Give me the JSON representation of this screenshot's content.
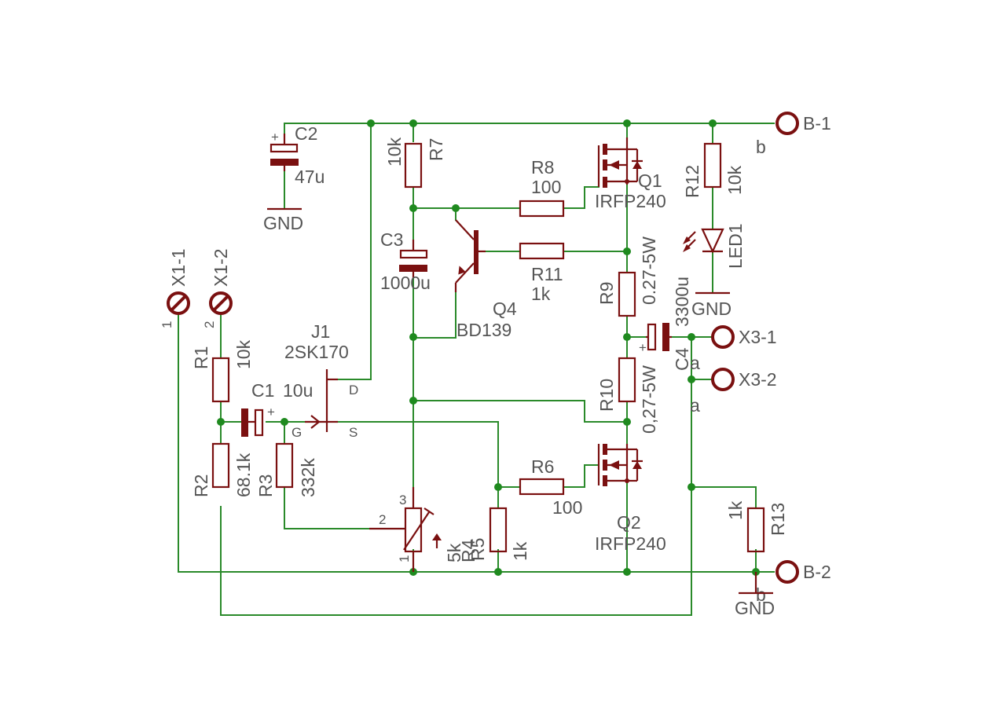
{
  "labels": {
    "b1": "B-1",
    "b1_net": "b",
    "b2": "B-2",
    "b2_net": "b",
    "x31": "X3-1",
    "x31_net": "a",
    "x32": "X3-2",
    "x32_net": "a",
    "x11": "X1-1",
    "x11_pin": "1",
    "x12": "X1-2",
    "x12_pin": "2",
    "c2_name": "C2",
    "c2_val": "47u",
    "c2_plus": "+",
    "gnd_c2": "GND",
    "gnd_led": "GND",
    "gnd_b2": "GND",
    "r7_name": "R7",
    "r7_val": "10k",
    "c3_name": "C3",
    "c3_val": "1000u",
    "r8_name": "R8",
    "r8_val": "100",
    "q1_name": "Q1",
    "q1_val": "IRFP240",
    "r11_name": "R11",
    "r11_val": "1k",
    "q4_name": "Q4",
    "q4_val": "BD139",
    "r12_name": "R12",
    "r12_val": "10k",
    "led_name": "LED1",
    "r9_name": "R9",
    "r9_val": "0.27-5W",
    "c4_name": "C4",
    "c4_val": "3300u",
    "c4_plus": "+",
    "r10_name": "R10",
    "r10_val": "0,27-5W",
    "j1_name": "J1",
    "j1_val": "2SK170",
    "j1_d": "D",
    "j1_g": "G",
    "j1_s": "S",
    "r1_name": "R1",
    "r1_val": "10k",
    "c1_name": "C1",
    "c1_val": "10u",
    "c1_plus": "+",
    "r2_name": "R2",
    "r2_val": "68.1k",
    "r3_name": "R3",
    "r3_val": "332k",
    "r4_name": "R4",
    "r4_val": "5k",
    "r4_p1": "1",
    "r4_p2": "2",
    "r4_p3": "3",
    "r5_name": "R5",
    "r5_val": "1k",
    "r6_name": "R6",
    "r6_val": "100",
    "q2_name": "Q2",
    "q2_val": "IRFP240",
    "r13_name": "R13",
    "r13_val": "1k"
  }
}
